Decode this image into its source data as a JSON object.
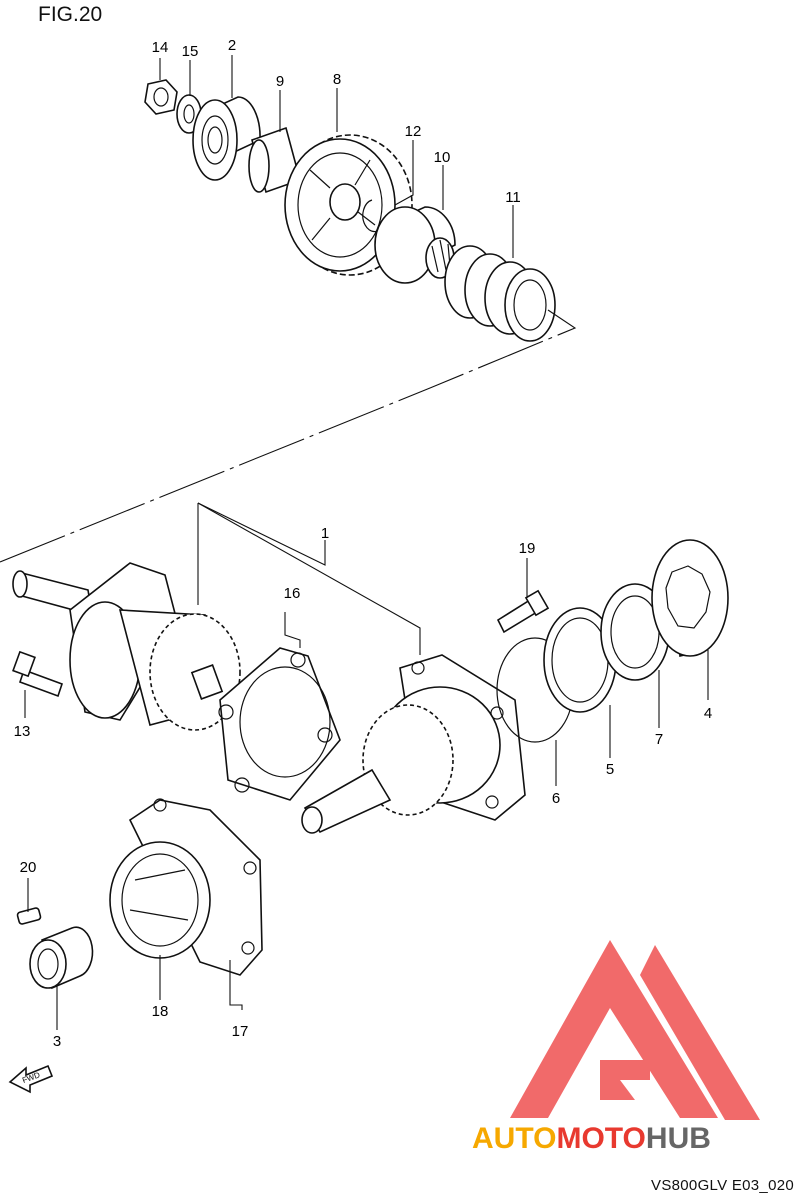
{
  "figure": {
    "title": "FIG.20",
    "code": "VS800GLV E03_020"
  },
  "callouts": [
    "14",
    "15",
    "2",
    "9",
    "8",
    "12",
    "10",
    "11",
    "1",
    "16",
    "19",
    "13",
    "4",
    "7",
    "5",
    "6",
    "20",
    "18",
    "17",
    "3"
  ],
  "fwd_label": "FWD",
  "watermark": {
    "word1": "AUTO",
    "word2": "MOTO",
    "word3": "HUB",
    "colors": {
      "word1": "#f6a800",
      "word2": "#e8392f",
      "word3": "#666666",
      "logo": "#f05a5a"
    }
  }
}
